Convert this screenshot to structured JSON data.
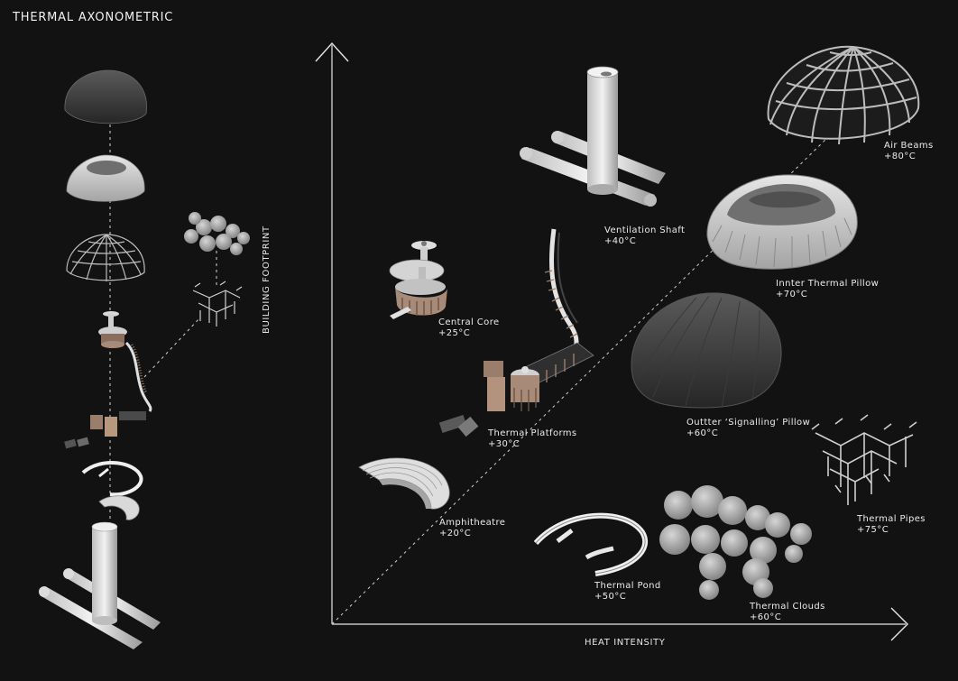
{
  "title": "THERMAL AXONOMETRIC",
  "axes": {
    "y": "BUILDING FOOTPRINT",
    "x": "HEAT INTENSITY"
  },
  "components": [
    {
      "id": "air-beams",
      "name": "Air Beams",
      "temp": "+80°C"
    },
    {
      "id": "ventilation-shaft",
      "name": "Ventilation Shaft",
      "temp": "+40°C"
    },
    {
      "id": "inner-thermal-pillow",
      "name": "Innter Thermal Pillow",
      "temp": "+70°C"
    },
    {
      "id": "central-core",
      "name": "Central Core",
      "temp": "+25°C"
    },
    {
      "id": "outer-signalling-pillow",
      "name": "Outtter ‘Signalling’ Pillow",
      "temp": "+60°C"
    },
    {
      "id": "thermal-platforms",
      "name": "Thermal Platforms",
      "temp": "+30°C"
    },
    {
      "id": "thermal-pipes",
      "name": "Thermal Pipes",
      "temp": "+75°C"
    },
    {
      "id": "amphitheatre",
      "name": "Amphitheatre",
      "temp": "+20°C"
    },
    {
      "id": "thermal-pond",
      "name": "Thermal Pond",
      "temp": "+50°C"
    },
    {
      "id": "thermal-clouds",
      "name": "Thermal Clouds",
      "temp": "+60°C"
    }
  ]
}
